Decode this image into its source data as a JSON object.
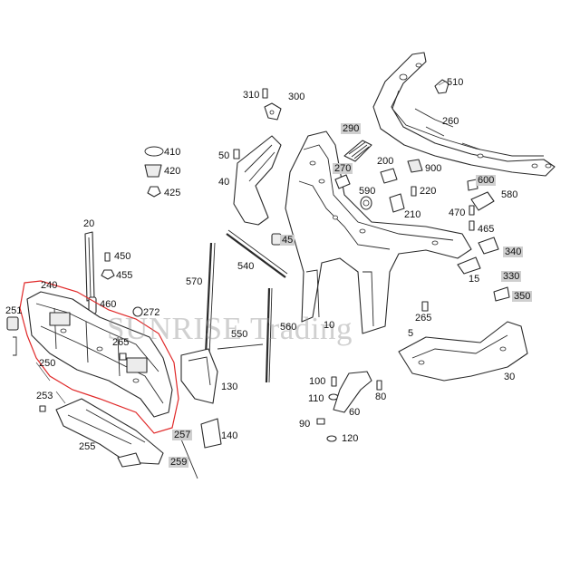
{
  "watermark": "SUNRISE Trading",
  "accent_highlight": "#cfcfcf",
  "outline_color": "#e02828",
  "labels": {
    "l510": "510",
    "l260": "260",
    "l310": "310",
    "l300": "300",
    "l290": "290",
    "l200": "200",
    "l900": "900",
    "l270": "270",
    "l600": "600",
    "l580": "580",
    "l590": "590",
    "l220": "220",
    "l210": "210",
    "l470": "470",
    "l465": "465",
    "l410": "410",
    "l420": "420",
    "l425": "425",
    "l50": "50",
    "l40": "40",
    "l45": "45",
    "l340": "340",
    "l330": "330",
    "l350": "350",
    "l15": "15",
    "l20": "20",
    "l450": "450",
    "l455": "455",
    "l240": "240",
    "l460": "460",
    "l251": "251",
    "l272": "272",
    "l265a": "265",
    "l250": "250",
    "l253": "253",
    "l255": "255",
    "l570": "570",
    "l540": "540",
    "l550": "550",
    "l560": "560",
    "l10": "10",
    "l5": "5",
    "l265b": "265",
    "l130": "130",
    "l257": "257",
    "l140": "140",
    "l259": "259",
    "l100": "100",
    "l110": "110",
    "l90": "90",
    "l120": "120",
    "l60": "60",
    "l80": "80",
    "l30": "30"
  }
}
